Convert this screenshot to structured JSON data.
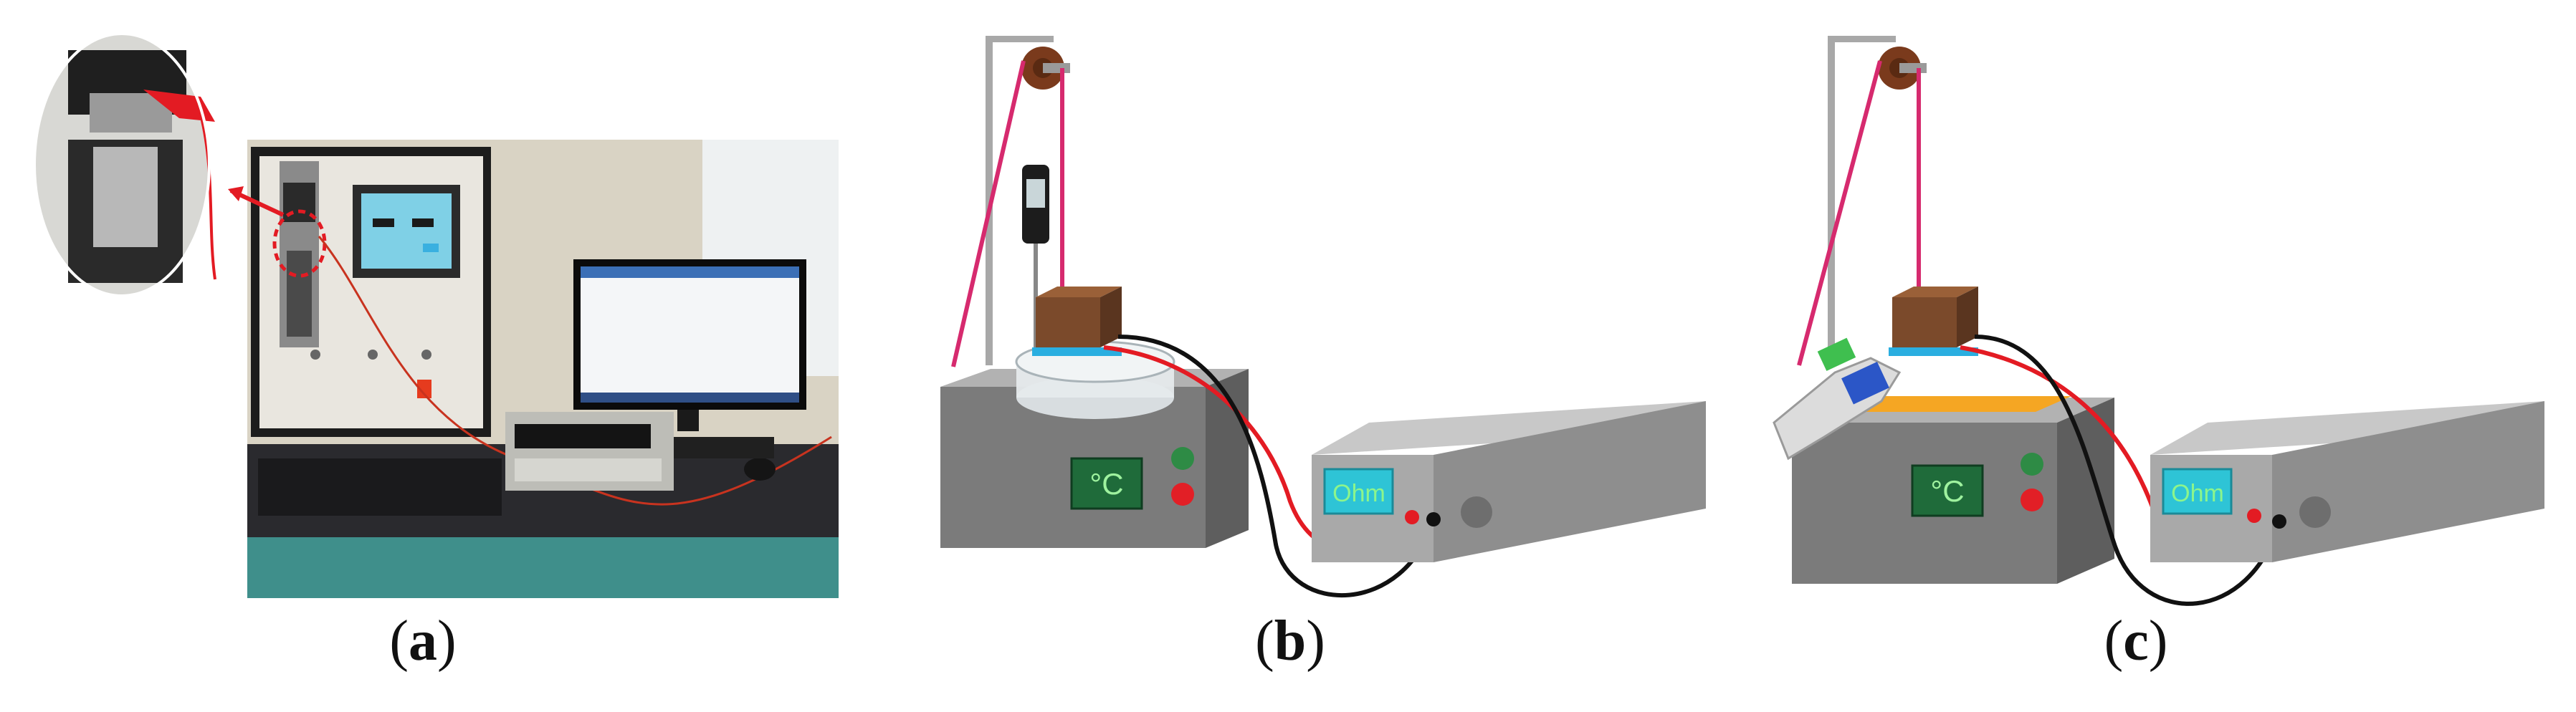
{
  "panels": [
    {
      "id": "a",
      "caption_open": "(",
      "caption_letter": "a",
      "caption_close": ")"
    },
    {
      "id": "b",
      "caption_open": "(",
      "caption_letter": "b",
      "caption_close": ")"
    },
    {
      "id": "c",
      "caption_open": "(",
      "caption_letter": "c",
      "caption_close": ")"
    }
  ],
  "labels": {
    "heater_display_b": "°C",
    "ohmmeter_display_b": "Ohm",
    "heater_display_c": "°C",
    "ohmmeter_display_c": "Ohm"
  },
  "colors": {
    "wire_red": "#e31b23",
    "wire_black": "#111111",
    "cord_pink": "#d62a6e",
    "pulley_brown": "#7a3a1c",
    "sample_brown": "#7b4a2b",
    "heater_gray": "#9a9a9a",
    "display_green": "#1f6b3a",
    "ohm_display": "#2ec4d6",
    "hot_plate_orange": "#f5a623",
    "stand_gray": "#a8a8a8"
  }
}
